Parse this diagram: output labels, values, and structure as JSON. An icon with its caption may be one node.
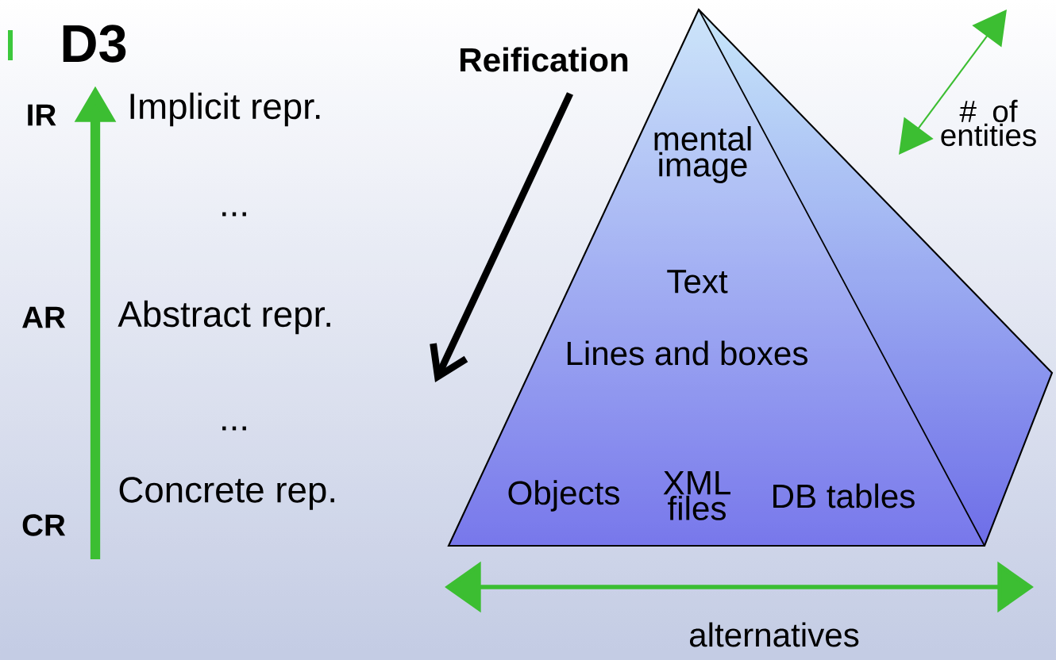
{
  "diagram": {
    "title": "D3",
    "nodes": [
      {
        "text": [
          "mental image",
          "Text",
          "Lines and boxes",
          "Objects",
          "XML files",
          "DB tables"
        ]
      }
    ],
    "labels": [
      "Reification",
      "# of entities",
      "IR",
      "Implicit repr.",
      "...",
      "AR",
      "Abstract repr.",
      "...",
      "CR",
      "Concrete rep.",
      "alternatives"
    ]
  }
}
